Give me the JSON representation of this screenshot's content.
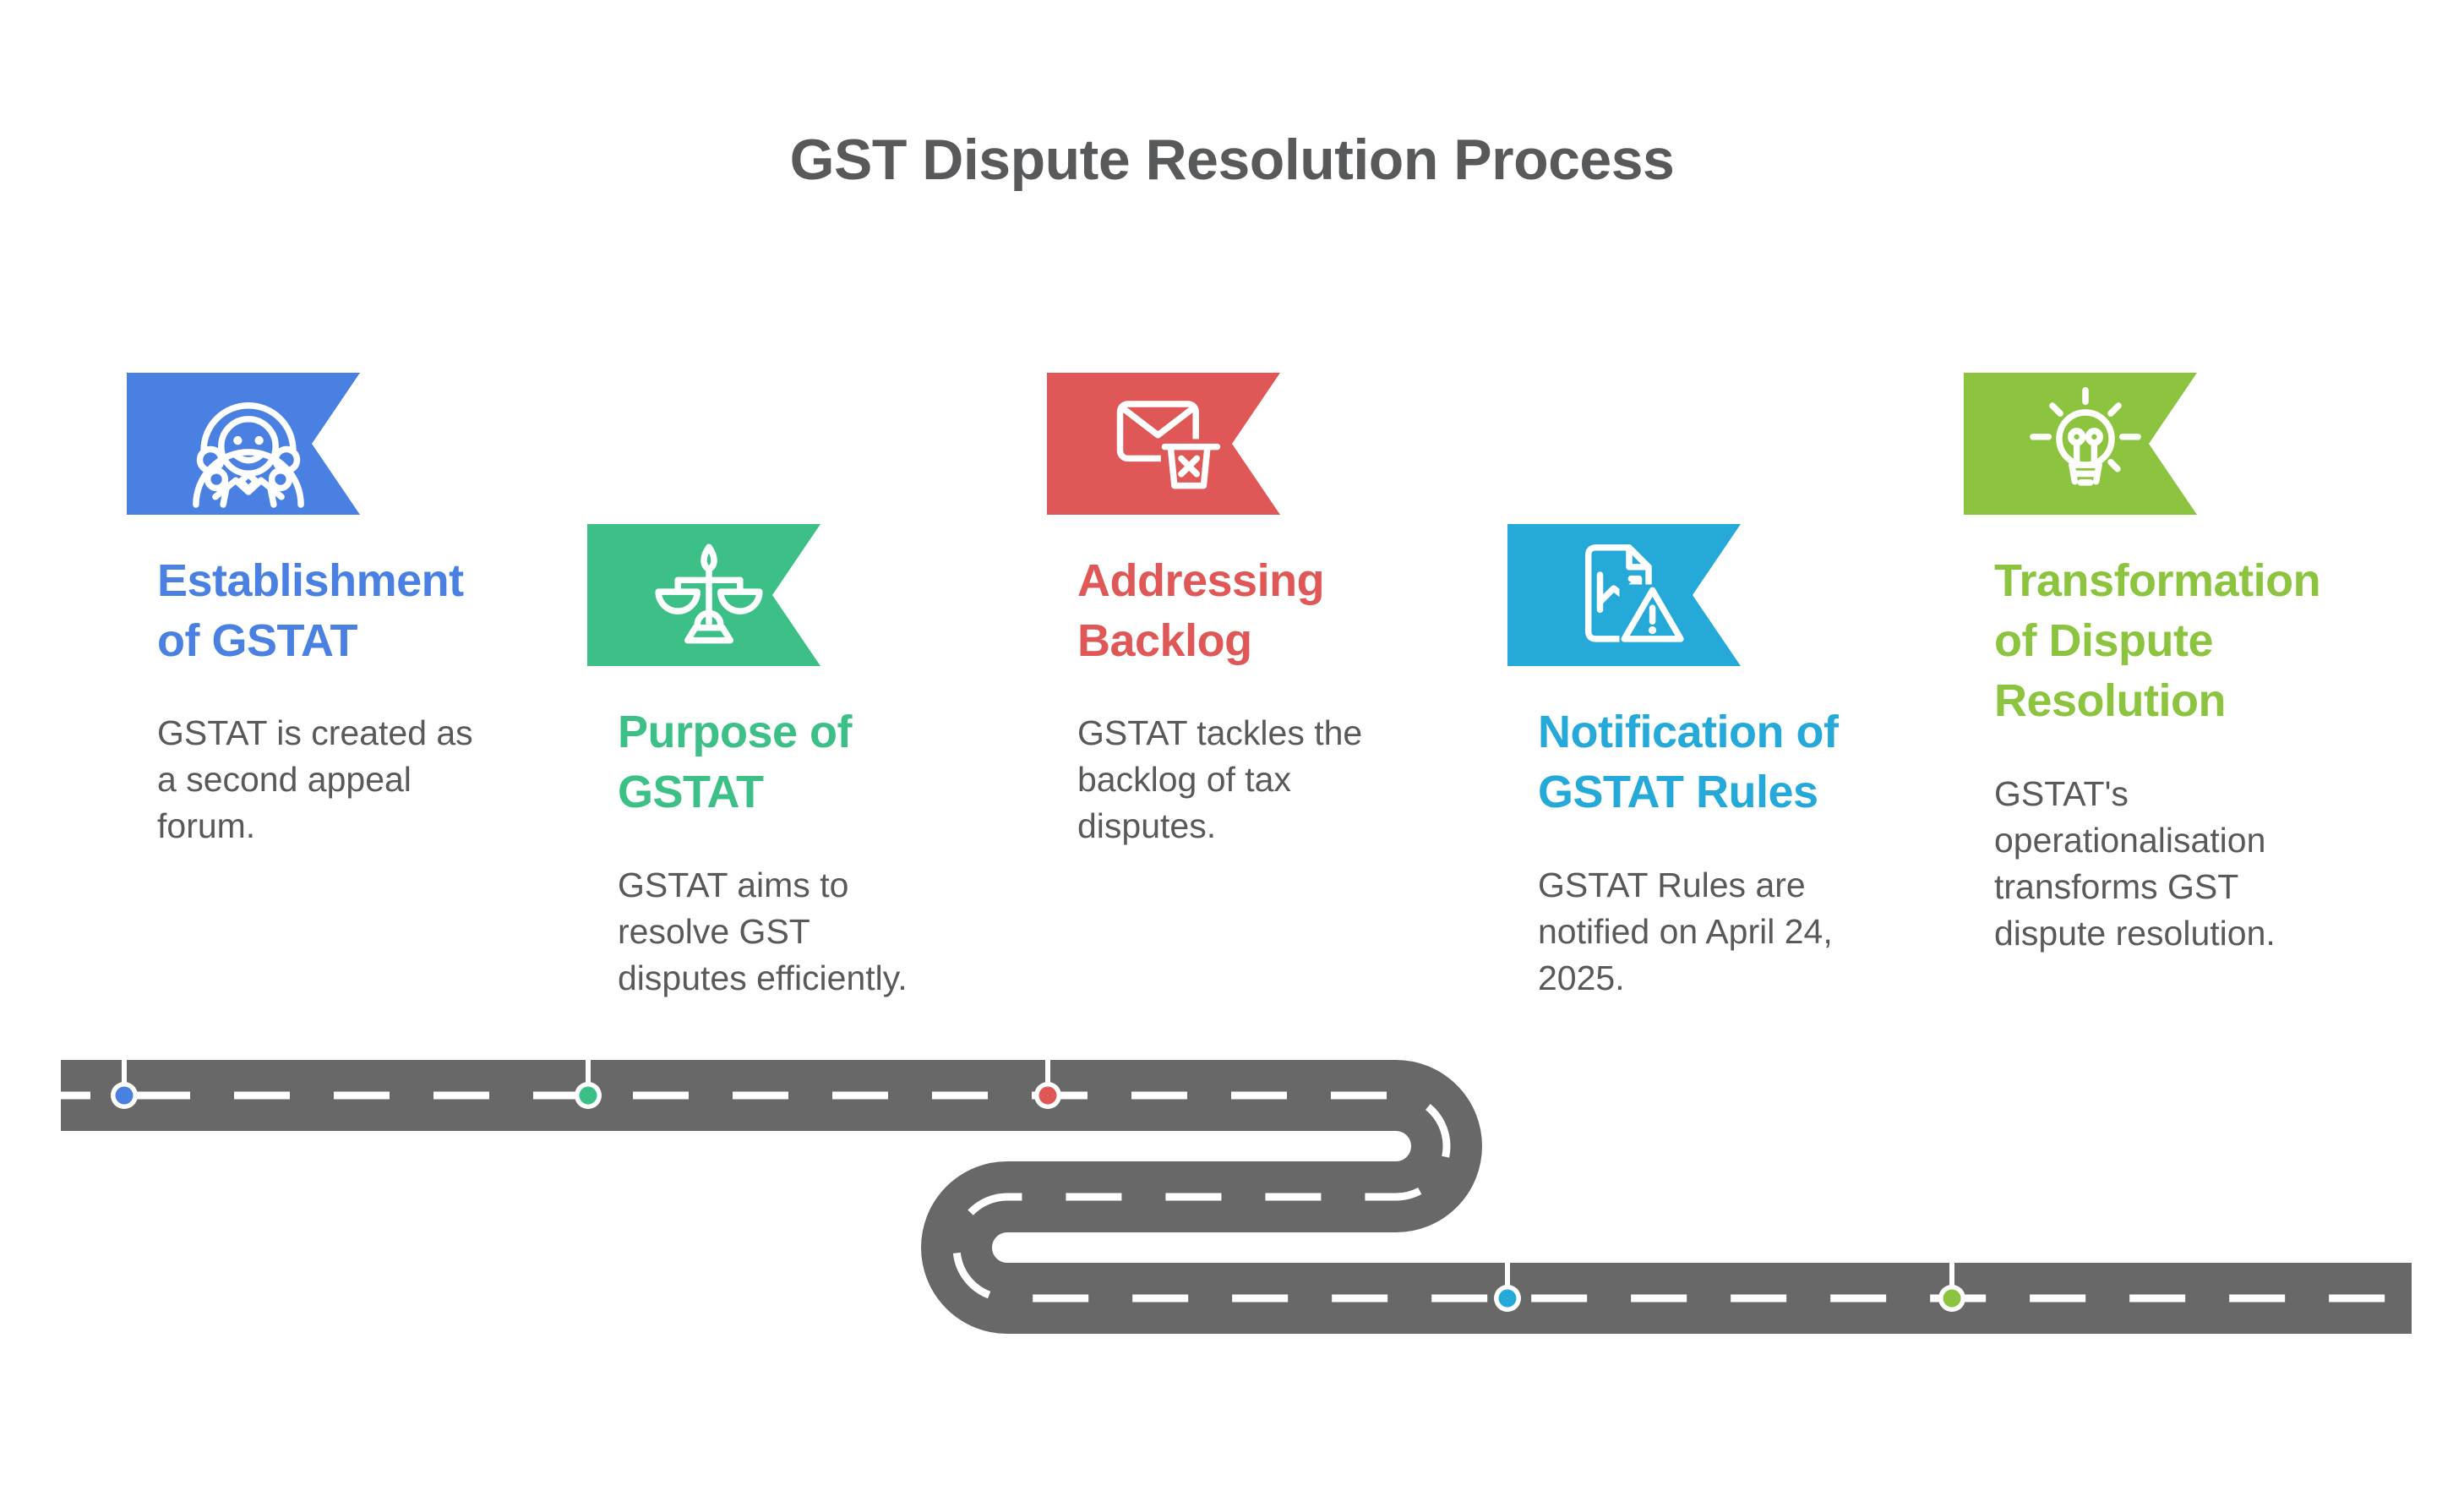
{
  "title": "GST Dispute Resolution Process",
  "colors": {
    "background": "#ffffff",
    "title_text": "#58595b",
    "body_text": "#58595b",
    "road": "#686868",
    "road_dash": "#ffffff",
    "marker_ring": "#ffffff"
  },
  "milestones": [
    {
      "name": "Establishment of GSTAT",
      "icon": "judge-icon",
      "color": "#4a80e1",
      "heading_lines": [
        "Establishment",
        "of GSTAT"
      ],
      "body_lines": [
        "GSTAT is created as",
        "a second appeal",
        "forum."
      ]
    },
    {
      "name": "Purpose of GSTAT",
      "icon": "scales-of-justice-icon",
      "color": "#3cc087",
      "heading_lines": [
        "Purpose of",
        "GSTAT"
      ],
      "body_lines": [
        "GSTAT aims to",
        "resolve GST",
        "disputes efficiently."
      ]
    },
    {
      "name": "Addressing Backlog",
      "icon": "mail-delete-icon",
      "color": "#e05757",
      "heading_lines": [
        "Addressing",
        "Backlog"
      ],
      "body_lines": [
        "GSTAT tackles the",
        "backlog of tax",
        "disputes."
      ]
    },
    {
      "name": "Notification of GSTAT Rules",
      "icon": "document-warning-icon",
      "color": "#25a9d8",
      "heading_lines": [
        "Notification of",
        "GSTAT Rules"
      ],
      "body_lines": [
        "GSTAT Rules are",
        "notified on April 24,",
        "2025."
      ]
    },
    {
      "name": "Transformation of Dispute Resolution",
      "icon": "lightbulb-icon",
      "color": "#8cc43f",
      "heading_lines": [
        "Transformation",
        "of Dispute",
        "Resolution"
      ],
      "body_lines": [
        "GSTAT's",
        "operationalisation",
        "transforms GST",
        "dispute resolution."
      ]
    }
  ]
}
